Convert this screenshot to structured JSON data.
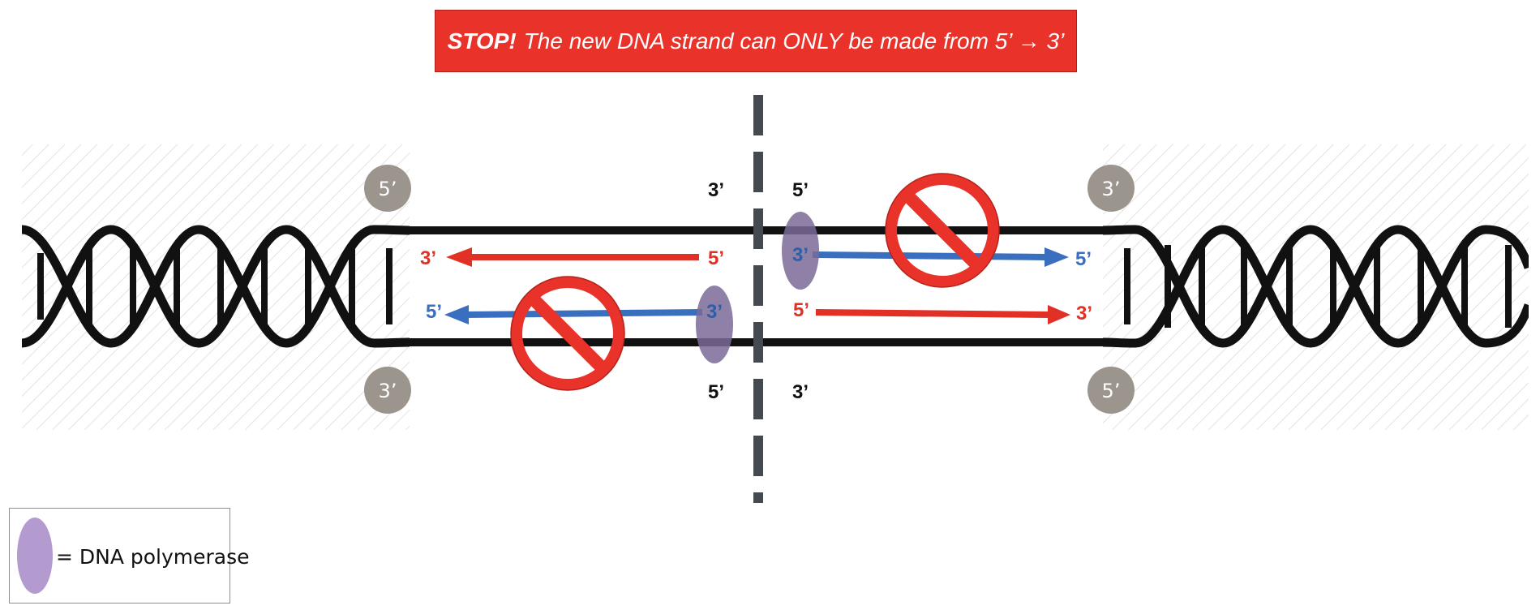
{
  "banner": {
    "stop_word": "STOP!",
    "message": "The new DNA strand can ONLY be made from 5’ → 3’"
  },
  "labels": {
    "left_top": "5’",
    "left_bottom": "3’",
    "center_left_top": "3’",
    "center_left_bottom": "5’",
    "center_right_top": "5’",
    "center_right_bottom": "3’",
    "right_top": "3’",
    "right_bottom": "5’"
  },
  "arrows": {
    "left_red": {
      "tail_label": "5’",
      "head_label": "3’"
    },
    "left_blue": {
      "tail_label": "3’",
      "head_label": "5’"
    },
    "right_blue": {
      "tail_label": "3’",
      "head_label": "5’"
    },
    "right_red": {
      "tail_label": "5’",
      "head_label": "3’"
    }
  },
  "legend": {
    "text": "= DNA polymerase"
  },
  "icons": [
    "dna-helix-icon",
    "prohibited-icon",
    "polymerase-icon"
  ],
  "colors": {
    "banner": "#e8322a",
    "red_strand": "#e13127",
    "blue_strand": "#3a6ebf",
    "polymerase": "#7a6a96",
    "badge": "#9b958d",
    "divider": "#454a50"
  }
}
